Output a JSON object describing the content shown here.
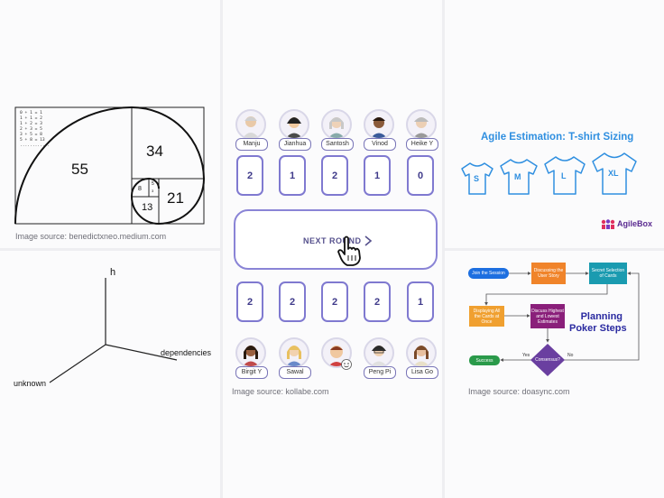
{
  "fibonacci": {
    "sums": [
      "0 + 1 = 1",
      "1 + 1 = 2",
      "1 + 2 = 3",
      "2 + 3 = 5",
      "3 + 5 = 8",
      "5 + 8 = 13",
      "............"
    ],
    "numbers": {
      "n55": "55",
      "n34": "34",
      "n21": "21",
      "n13": "13",
      "n8": "8",
      "n5": "5",
      "n3": "3"
    },
    "caption": "Image source: benedictxneo.medium.com"
  },
  "axes": {
    "h_label": "h",
    "dependencies_label": "dependencies",
    "unknown_label": "unknown"
  },
  "planning_poker": {
    "top_players": [
      {
        "name": "Manju",
        "card": "2"
      },
      {
        "name": "Jianhua",
        "card": "1"
      },
      {
        "name": "Santosh",
        "card": "2"
      },
      {
        "name": "Vinod",
        "card": "1"
      },
      {
        "name": "Heike Y",
        "card": "0"
      }
    ],
    "next_round_label": "NEXT ROUND",
    "bottom_players": [
      {
        "name": "Birgit Y",
        "card": "2"
      },
      {
        "name": "Sawal",
        "card": "2"
      },
      {
        "name": "",
        "card": "2"
      },
      {
        "name": "Peng Pi",
        "card": "2"
      },
      {
        "name": "Lisa Go",
        "card": "1"
      }
    ],
    "caption": "Image source: kollabe.com"
  },
  "tshirt": {
    "title": "Agile Estimation: T-shirt Sizing",
    "sizes": [
      "S",
      "M",
      "L",
      "XL"
    ],
    "brand": "AgileBox",
    "color": "#2f8fe0"
  },
  "flow": {
    "title_line1": "Planning",
    "title_line2": "Poker Steps",
    "steps": {
      "join": "Join the Session",
      "discussing": "Discussing the User Story",
      "secret": "Secret Selection of Cards",
      "displaying": "Displaying All the Cards at Once",
      "discuss_hl": "Discuss Highest and Lowest Estimates",
      "consensus": "Consensus?",
      "success": "Success",
      "yes": "Yes",
      "no": "No"
    },
    "caption": "Image source: doasync.com"
  }
}
